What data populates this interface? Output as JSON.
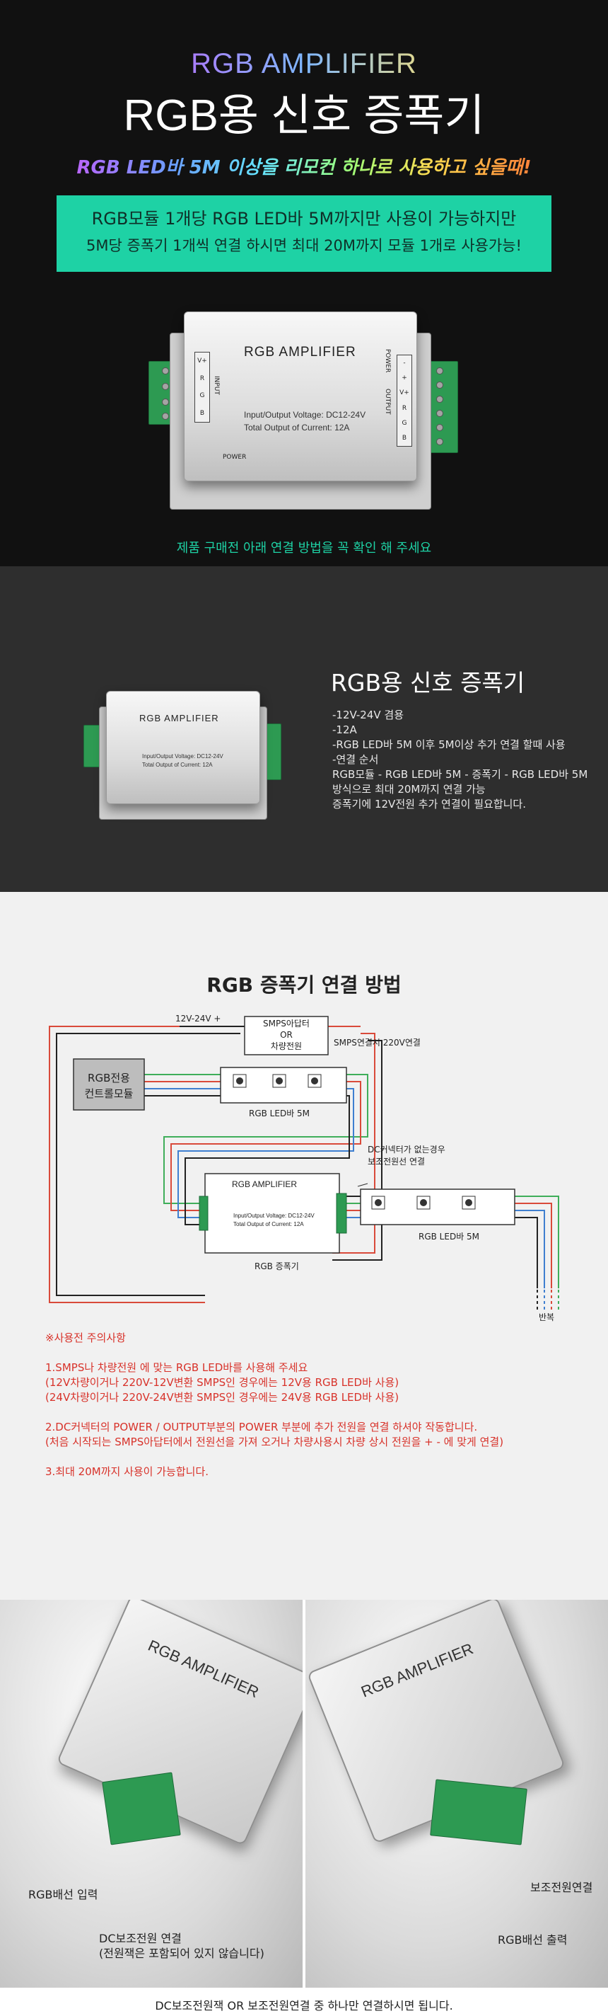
{
  "hero": {
    "top_title": "RGB AMPLIFIER",
    "main_title": "RGB용 신호 증폭기",
    "tagline": "RGB LED바 5M 이상을 리모컨 하나로 사용하고 싶을때!",
    "band_line1": "RGB모듈 1개당 RGB LED바 5M까지만 사용이 가능하지만",
    "band_line2": "5M당 증폭기 1개씩 연결 하시면 최대 20M까지 모듈 1개로 사용가능!",
    "note": "제품 구매전 아래 연결 방법을 꼭 확인 해 주세요"
  },
  "device": {
    "title": "RGB  AMPLIFIER",
    "spec1": "Input/Output Voltage: DC12-24V",
    "spec2": "Total Output of Current: 12A",
    "input_label": "INPUT",
    "output_label": "OUTPUT",
    "power_label": "POWER",
    "input_pins": [
      "V+",
      "R",
      "G",
      "B"
    ],
    "output_pins": [
      "-",
      "+",
      "V+",
      "R",
      "G",
      "B"
    ]
  },
  "info": {
    "title": "RGB용 신호 증폭기",
    "lines": [
      "-12V-24V 겸용",
      "-12A",
      "-RGB LED바 5M 이후 5M이상 추가 연결 할때 사용",
      "-연결 순서",
      "RGB모듈 - RGB LED바 5M - 증폭기 - RGB LED바 5M",
      "방식으로 최대 20M까지 연결 가능",
      "증폭기에 12V전원 추가 연결이 필요합니다."
    ]
  },
  "connection": {
    "title": "RGB 증폭기 연결 방법",
    "voltage_label": "12V-24V +",
    "smps_line1": "SMPS아답터",
    "smps_line2": "OR",
    "smps_line3": "차량전원",
    "smps_220": "SMPS연결시 220V연결",
    "controller_line1": "RGB전용",
    "controller_line2": "컨트롤모듈",
    "ledbar1_label": "RGB LED바 5M",
    "dc_note1": "DC커넥터가 없는경우",
    "dc_note2": "보조전원선 연결",
    "ledbar2_label": "RGB LED바 5M",
    "amp_label": "RGB 증폭기",
    "repeat_label": "반복",
    "warnings": [
      "※사용전 주의사항",
      "",
      "1.SMPS나 차량전원 에 맞는 RGB LED바를 사용해 주세요",
      "(12V차량이거나 220V-12V변환 SMPS인 경우에는 12V용 RGB LED바 사용)",
      "(24V차량이거나 220V-24V변환 SMPS인 경우에는 24V용 RGB LED바 사용)",
      "",
      "2.DC커넥터의 POWER /  OUTPUT부분의 POWER 부분에 추가 전원을 연결 하셔야 작동합니다.",
      "(처음 시작되는 SMPS아답터에서 전원선을 가져 오거나 차량사용시 차량 상시 전원을 + - 에 맞게 연결)",
      "",
      "3.최대 20M까지 사용이 가능합니다."
    ]
  },
  "photos": {
    "callout_rgb_input": "RGB배선 입력",
    "callout_dc1": "DC보조전원 연결",
    "callout_dc2": "(전원잭은 포함되어 있지 않습니다)",
    "callout_aux": "보조전원연결",
    "callout_rgb_output": "RGB배선 출력",
    "bottom_text": "DC보조전원잭 OR 보조전원연결 중 하나만 연결하시면 됩니다."
  },
  "colors": {
    "accent_green": "#1ed2a5",
    "warning_red": "#d8322a",
    "terminal_green": "#2d9a52",
    "wire_red": "#d94a3a",
    "wire_green": "#3fae5a",
    "wire_blue": "#3f7fd0"
  }
}
